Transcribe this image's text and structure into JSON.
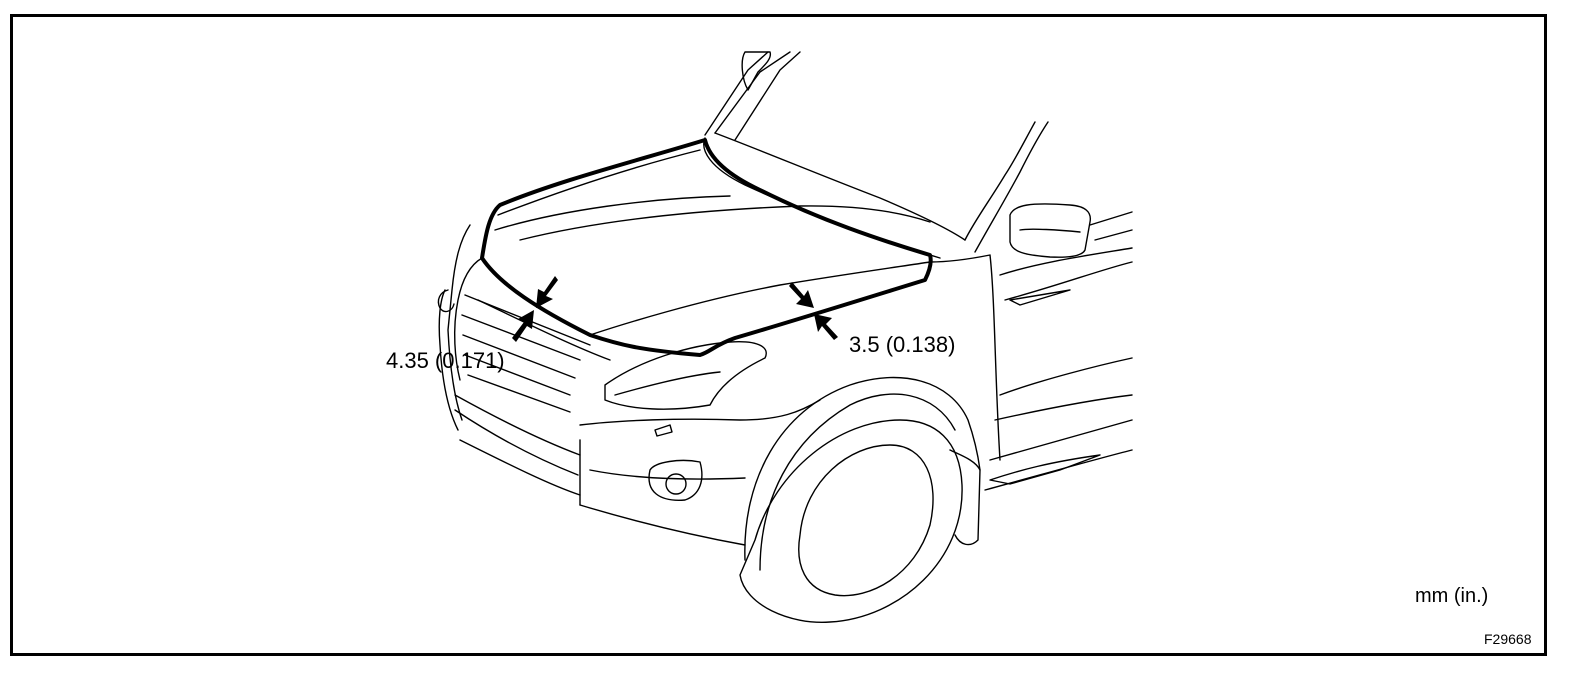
{
  "dimensions": {
    "left_gap": "4.35 (0.171)",
    "right_gap": "3.5 (0.138)"
  },
  "units_label": "mm (in.)",
  "figure_id": "F29668",
  "colors": {
    "line": "#000000",
    "background": "#ffffff"
  }
}
